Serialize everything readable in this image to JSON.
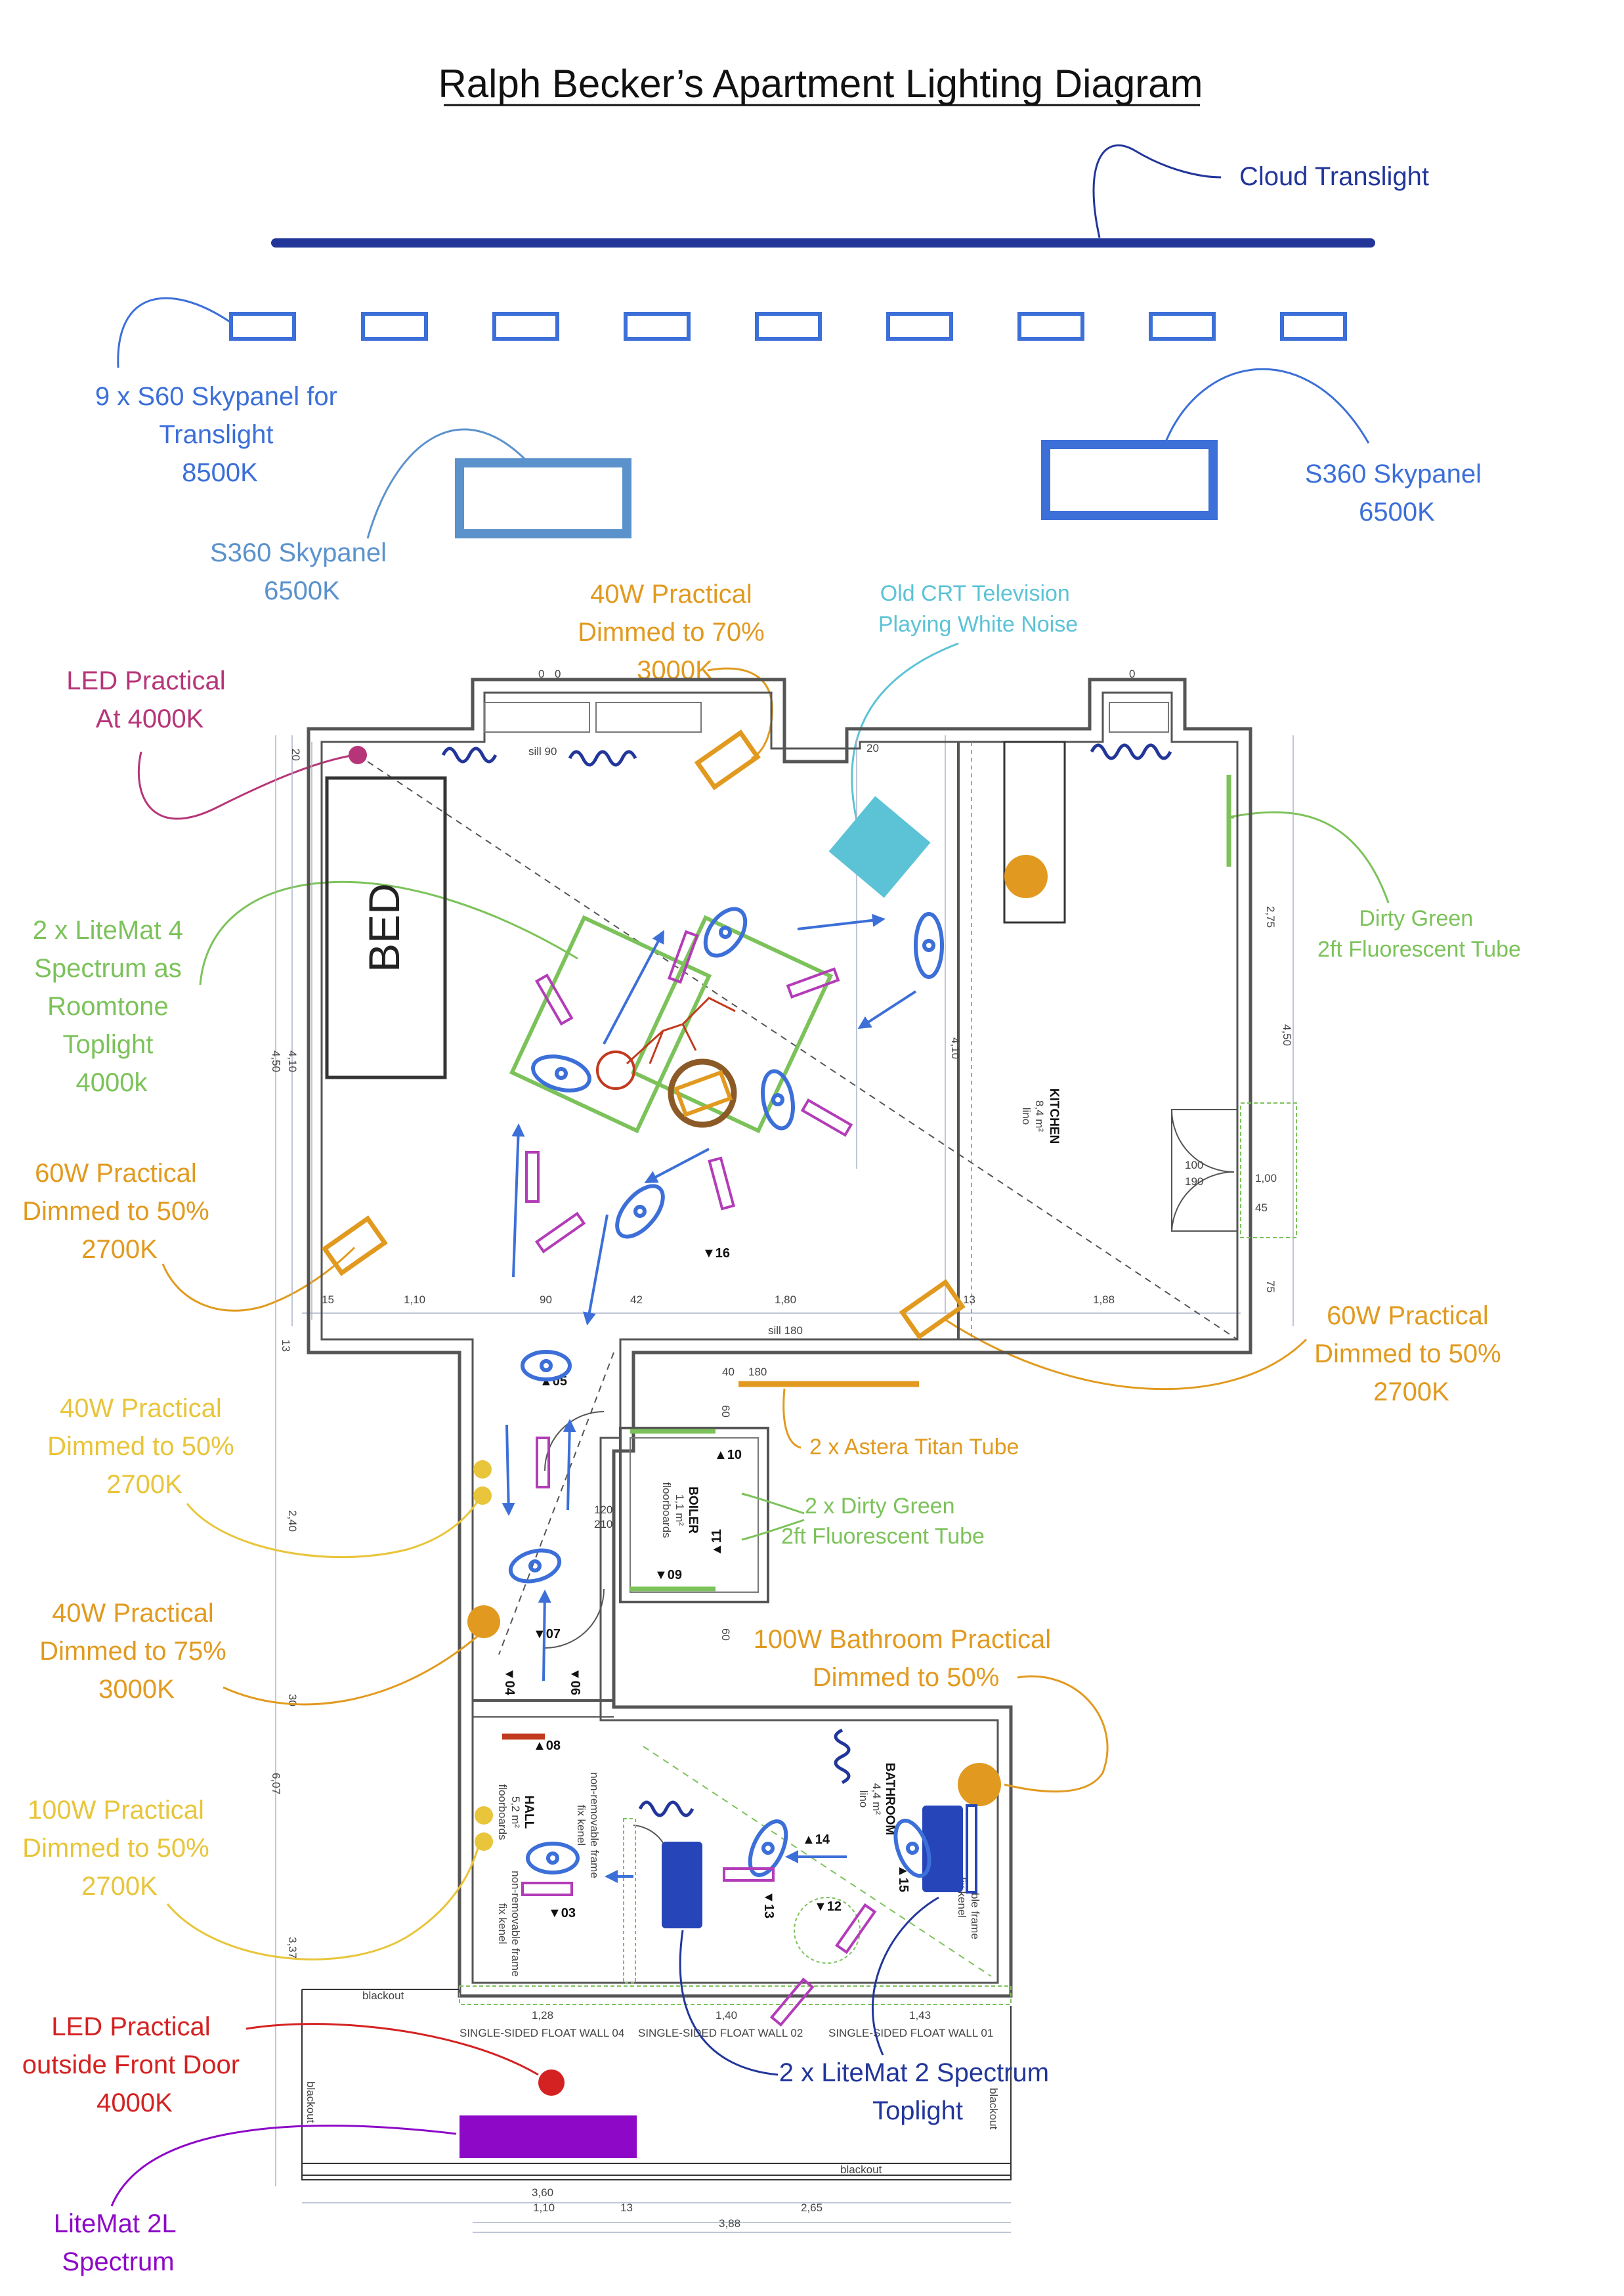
{
  "title": "Ralph Becker’s Apartment Lighting Diagram",
  "colors": {
    "navy": "#22369a",
    "blue": "#3c6fd8",
    "light_blue": "#5b92cc",
    "cyan": "#5cc3d6",
    "orange": "#e19a1f",
    "yellow": "#e8c53a",
    "green": "#7cc25a",
    "magenta": "#b63578",
    "red": "#d42222",
    "purple": "#8d09c7",
    "practical_magenta": "#b33cb8"
  },
  "labels": {
    "cloud": [
      "Cloud Translight"
    ],
    "skypanel_row": [
      "9 x S60 Skypanel for",
      "Translight",
      "8500K"
    ],
    "s360_left": [
      "S360 Skypanel",
      "6500K"
    ],
    "s360_right": [
      "S360 Skypanel",
      "6500K"
    ],
    "practical_40w_70": [
      "40W  Practical",
      "Dimmed to 70%",
      "3000K"
    ],
    "crt_tv": [
      "Old CRT Television",
      "Playing White Noise"
    ],
    "led_4000": [
      "LED Practical",
      "At 4000K"
    ],
    "litemat4": [
      "2 x LiteMat 4",
      "Spectrum as",
      "Roomtone",
      "Toplight",
      "4000k"
    ],
    "dirty_green_1": [
      "Dirty Green",
      "2ft Fluorescent Tube"
    ],
    "practical_60w_left": [
      "60W  Practical",
      "Dimmed to 50%",
      "2700K"
    ],
    "practical_60w_right": [
      "60W  Practical",
      "Dimmed to 50%",
      "2700K"
    ],
    "practical_40w_50": [
      "40W  Practical",
      "Dimmed to 50%",
      "2700K"
    ],
    "astera": [
      "2 x Astera Titan Tube"
    ],
    "dirty_green_2": [
      "2 x Dirty Green",
      "2ft Fluorescent Tube"
    ],
    "practical_40w_75": [
      "40W  Practical",
      "Dimmed to 75%",
      "3000K"
    ],
    "bathroom_practical": [
      "100W Bathroom Practical",
      "Dimmed to 50%"
    ],
    "practical_100w": [
      "100W  Practical",
      "Dimmed to 50%",
      "2700K"
    ],
    "led_front_door": [
      "LED Practical",
      "outside Front Door",
      "4000K"
    ],
    "litemat2": [
      "2 x LiteMat 2 Spectrum",
      "Toplight"
    ],
    "litemat2l": [
      "LiteMat 2L",
      "Spectrum"
    ]
  },
  "plan": {
    "bed": "BED",
    "kitchen": [
      "KITCHEN",
      "8,4 m²",
      "lino"
    ],
    "boiler": [
      "BOILER",
      "1,1 m²",
      "floorboards"
    ],
    "hall": [
      "HALL",
      "5,2 m²",
      "floorboards"
    ],
    "bathroom": [
      "BATHROOM",
      "4,4 m²",
      "lino"
    ],
    "removable_frame": [
      "removable frame",
      "fix kenel"
    ],
    "non_removable_frame": [
      "non-removable frame",
      "fix kenel"
    ],
    "sill_top": "sill 90",
    "sill_mid": "sill 180",
    "blackout": "blackout",
    "float_walls": [
      "SINGLE-SIDED FLOAT WALL 04",
      "SINGLE-SIDED FLOAT WALL 02",
      "SINGLE-SIDED FLOAT WALL 01"
    ],
    "positions": [
      "05",
      "07",
      "08",
      "03",
      "09",
      "10",
      "11",
      "12",
      "13",
      "14",
      "15",
      "16",
      "04",
      "06"
    ],
    "dims_bottom_main": [
      "1,10",
      "90",
      "42",
      "1,80",
      "13",
      "1,88",
      "15"
    ],
    "dims_vertical_left": [
      "4,10",
      "4,50",
      "2,40",
      "6,07",
      "3,37",
      "30",
      "20",
      "13"
    ],
    "dims_vertical_right": [
      "2,75",
      "4,50",
      "1,00",
      "75"
    ],
    "dims_bottom": [
      "1,28",
      "1,40",
      "1,43",
      "3,60",
      "1,10",
      "13",
      "2,65",
      "3,88"
    ],
    "dims_misc": [
      "20",
      "40",
      "180",
      "60",
      "120",
      "210",
      "100",
      "190",
      "45",
      "0",
      "0",
      "0"
    ]
  }
}
